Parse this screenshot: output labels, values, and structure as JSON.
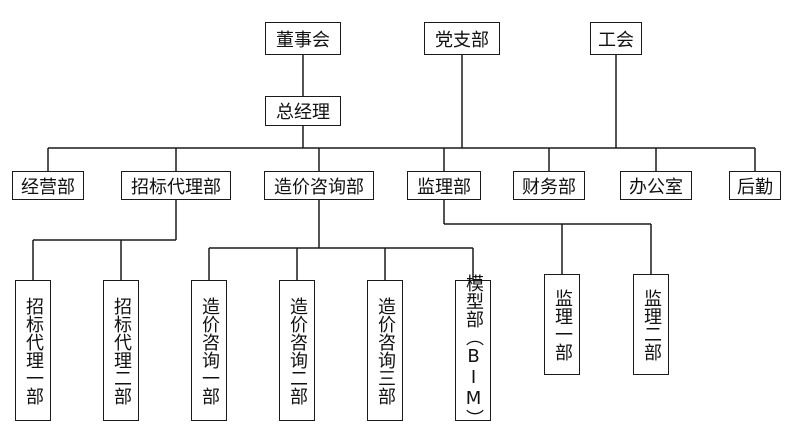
{
  "diagram": {
    "nodes": {
      "board": "董事会",
      "party": "党支部",
      "union": "工会",
      "gm": "总经理",
      "jingying": "经营部",
      "zhaobiao": "招标代理部",
      "zaojia": "造价咨询部",
      "jianli": "监理部",
      "caiwu": "财务部",
      "bangong": "办公室",
      "houqin": "后勤",
      "zb1": "招标代理一部",
      "zb2": "招标代理二部",
      "zj1": "造价咨询一部",
      "zj2": "造价咨询二部",
      "zj3": "造价咨询三部",
      "bim": "模型部（BIM）",
      "jl1": "监理一部",
      "jl2": "监理二部"
    },
    "edges": [
      [
        "board",
        "gm"
      ],
      [
        "gm",
        "jingying"
      ],
      [
        "gm",
        "zhaobiao"
      ],
      [
        "gm",
        "zaojia"
      ],
      [
        "gm",
        "jianli"
      ],
      [
        "gm",
        "caiwu"
      ],
      [
        "gm",
        "bangong"
      ],
      [
        "gm",
        "houqin"
      ],
      [
        "party",
        "bus"
      ],
      [
        "union",
        "bus"
      ],
      [
        "zhaobiao",
        "zb1"
      ],
      [
        "zhaobiao",
        "zb2"
      ],
      [
        "zaojia",
        "zj1"
      ],
      [
        "zaojia",
        "zj2"
      ],
      [
        "zaojia",
        "zj3"
      ],
      [
        "zaojia",
        "bim"
      ],
      [
        "jianli",
        "jl1"
      ],
      [
        "jianli",
        "jl2"
      ]
    ]
  }
}
